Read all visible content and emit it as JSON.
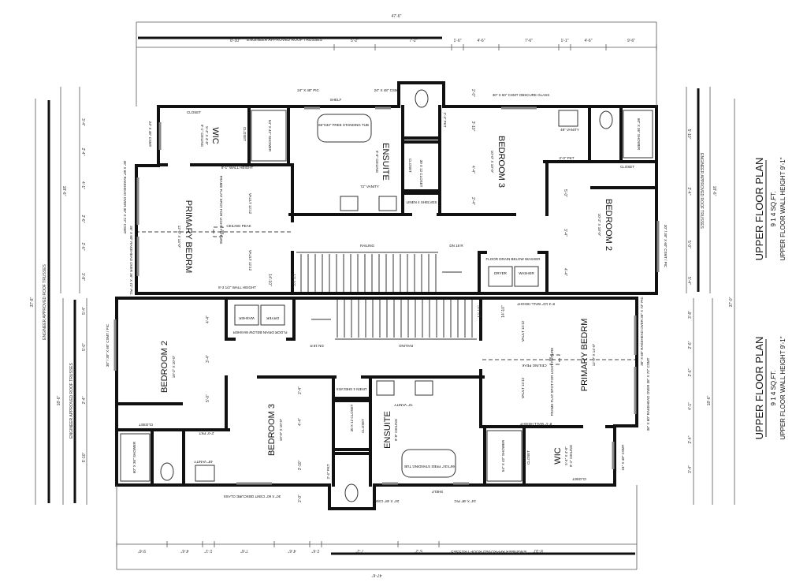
{
  "title_blocks": [
    {
      "title": "UPPER FLOOR PLAN",
      "area": "9 1 4   SQ.FT.",
      "wall_height": "UPPER FLOOR WALL HEIGHT 9'-1\""
    },
    {
      "title": "UPPER FLOOR PLAN",
      "area": "9 1 4   SQ.FT.",
      "wall_height": "UPPER FLOOR WALL HEIGHT 9'-1\""
    }
  ],
  "overall": {
    "width": "47'-6\"",
    "depth_left": "37'-8\"",
    "depth_right": "37'-0\"",
    "truss_note": "ENGINEER APPROVED ROOF TRUSSES"
  },
  "units": [
    {
      "rooms": {
        "bedroom2": {
          "name": "BEDROOM 2",
          "size": "10'-2\" X 10'-0\""
        },
        "bedroom3": {
          "name": "BEDROOM 3",
          "size": "10'-0\" X 10'-0\""
        },
        "ensuite": {
          "name": "ENSUITE",
          "ceiling": "9'-0\" CEILING"
        },
        "primary": {
          "name": "PRIMARY BEDRM",
          "size": "12'-0\" X 14'-0\""
        },
        "wic": {
          "name": "WIC",
          "size": "5'-4\" X 4'-0\"",
          "ceiling": "9'-1\" CEILING"
        }
      },
      "labels": {
        "closet": "CLOSET",
        "vanity48": "48\" VANITY",
        "vanity72": "72\" VANITY",
        "shower1": "60\" X 36\" SHOWER",
        "shower2": "54\" X 42\" SHOWER",
        "linen": "LINEN 4 SHELVES",
        "stairs": "DN 18 R",
        "railing": "RAILING",
        "washer": "WASHER",
        "dryer": "DRYER",
        "floor_drain": "FLOOR DRAIN BELOW WASHER",
        "tub": "66\"X34\" FREE STANDING TUB",
        "vault": "VAULT 12:12",
        "ceiling_peak": "CEILING PEAK",
        "frame_flat": "FRAME FLAT SPOT FOR LIGHT FIXTURE",
        "wall_height_upper": "8'-3 1/2\" WALL HEIGHT",
        "wall_height_lower": "8'-1\" WALL HEIGHT",
        "linen_closet": "30 X 12 CLOSET",
        "pkt1": "2'-0\" PKT",
        "pkt2": "2'-4\" PKT",
        "shelf": "SHELF"
      },
      "windows": {
        "left": "30\" / 30\" X 60\" CSMT / PIC",
        "right_top": "36\" X 60\" RAKEHEAD OVER 36\" X 72\" PIC",
        "right_bottom": "36\" X 60\" RAKEHEAD OVER 36\" X 72\" CSMT",
        "wic": "24\" X 48\" CSMT",
        "bath": "30\" X 60\" CSMT OBSCURE GLASS",
        "ensuite1": "24\" X 48\" CSMT",
        "ensuite2": "24\" X 48\" PIC"
      },
      "dims_horizontal": [
        "9'-6\"",
        "4'-6\"",
        "1'-1\"",
        "7'-6\"",
        "4'-6\"",
        "1'-6\"",
        "7'-2\"",
        "5'-2\"",
        "8'-10\""
      ],
      "dims_side": [
        "5'-4\"",
        "5'-0\"",
        "2'-4\"",
        "5'-10\""
      ],
      "dims_side_total": "18'-6\"",
      "dims_right": [
        "3'-8\"",
        "2'-6\"",
        "2'-6\"",
        "4'-1\"",
        "2'-4\"",
        "3'-4\""
      ],
      "dims_right_total": "18'-6\"",
      "dims_interior": [
        "4'-4\"",
        "3'-4\"",
        "5'-0\"",
        "2'-4\"",
        "4'-4\"",
        "3'-10\"",
        "2'-0\"",
        "12'-10\"",
        "14'-10\""
      ]
    },
    {
      "rooms": {
        "bedroom2": {
          "name": "BEDROOM 2",
          "size": "10'-2\" X 10'-0\""
        },
        "bedroom3": {
          "name": "BEDROOM 3",
          "size": "10'-0\" X 10'-0\""
        },
        "ensuite": {
          "name": "ENSUITE",
          "ceiling": "9'-0\" CEILING"
        },
        "primary": {
          "name": "PRIMARY BEDRM",
          "size": "12'-0\" X 14'-0\""
        },
        "wic": {
          "name": "WIC",
          "size": "5'-4\" X 4'-0\"",
          "ceiling": "9'-1\" CEILING"
        }
      },
      "labels": {
        "closet": "CLOSET",
        "vanity48": "48\" VANITY",
        "vanity72": "72\" VANITY",
        "shower1": "60\" X 36\" SHOWER",
        "shower2": "54\" X 42\" SHOWER",
        "linen": "LINEN 4 SHELVES",
        "stairs": "DN 18 R",
        "railing": "RAILING",
        "washer": "WASHER",
        "dryer": "DRYER",
        "floor_drain": "FLOOR DRAIN BELOW WASHER",
        "tub": "66\"X34\" FREE STANDING TUB",
        "vault": "VAULT 12:12",
        "ceiling_peak": "CEILING PEAK",
        "frame_flat": "FRAME FLAT SPOT FOR LIGHT FIXTURE",
        "wall_height_upper": "8'-3 1/2\" WALL HEIGHT",
        "wall_height_lower": "8'-1\" WALL HEIGHT",
        "linen_closet": "30 X 12 CLOSET",
        "pkt1": "2'-0\" PKT",
        "pkt2": "2'-4\" PKT",
        "shelf": "SHELF"
      },
      "windows": {
        "left": "30\" / 30\" X 60\" CSMT / PIC",
        "right_top": "36\" X 60\" RAKEHEAD OVER 36\" X 72\" PIC",
        "right_bottom": "36\" X 60\" RAKEHEAD OVER 36\" X 72\" CSMT",
        "wic": "24\" X 48\" CSMT",
        "bath": "30\" X 60\" CSMT OBSCURE GLASS",
        "ensuite1": "24\" X 48\" CSMT",
        "ensuite2": "24\" X 48\" PIC"
      },
      "dims_horizontal": [
        "9'-6\"",
        "4'-6\"",
        "1'-1\"",
        "7'-6\"",
        "4'-6\"",
        "1'-6\"",
        "7'-2\"",
        "5'-2\"",
        "8'-10\""
      ],
      "dims_side": [
        "5'-4\"",
        "5'-0\"",
        "2'-4\"",
        "5'-10\""
      ],
      "dims_side_total": "18'-6\"",
      "dims_right": [
        "3'-8\"",
        "2'-6\"",
        "2'-6\"",
        "4'-1\"",
        "2'-4\"",
        "3'-4\""
      ],
      "dims_right_total": "18'-6\"",
      "dims_interior": [
        "4'-4\"",
        "3'-4\"",
        "5'-0\"",
        "2'-4\"",
        "4'-4\"",
        "3'-10\"",
        "2'-0\"",
        "12'-10\"",
        "14'-10\""
      ]
    }
  ]
}
